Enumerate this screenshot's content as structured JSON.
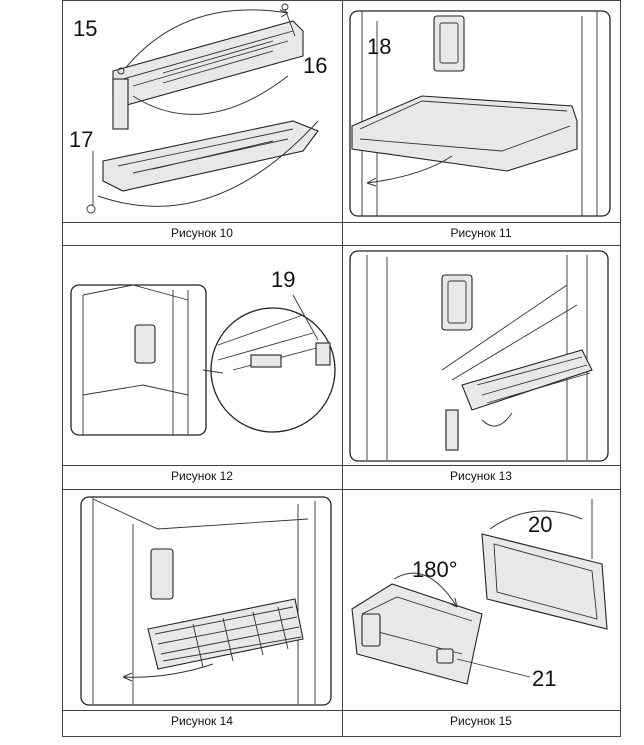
{
  "figures": [
    {
      "caption": "Рисунок 10",
      "labels": [
        "15",
        "16",
        "17"
      ]
    },
    {
      "caption": "Рисунок 11",
      "labels": [
        "18"
      ]
    },
    {
      "caption": "Рисунок 12",
      "labels": [
        "19"
      ]
    },
    {
      "caption": "Рисунок 13",
      "labels": []
    },
    {
      "caption": "Рисунок 14",
      "labels": []
    },
    {
      "caption": "Рисунок 15",
      "labels": [
        "20",
        "180°",
        "21"
      ]
    }
  ]
}
